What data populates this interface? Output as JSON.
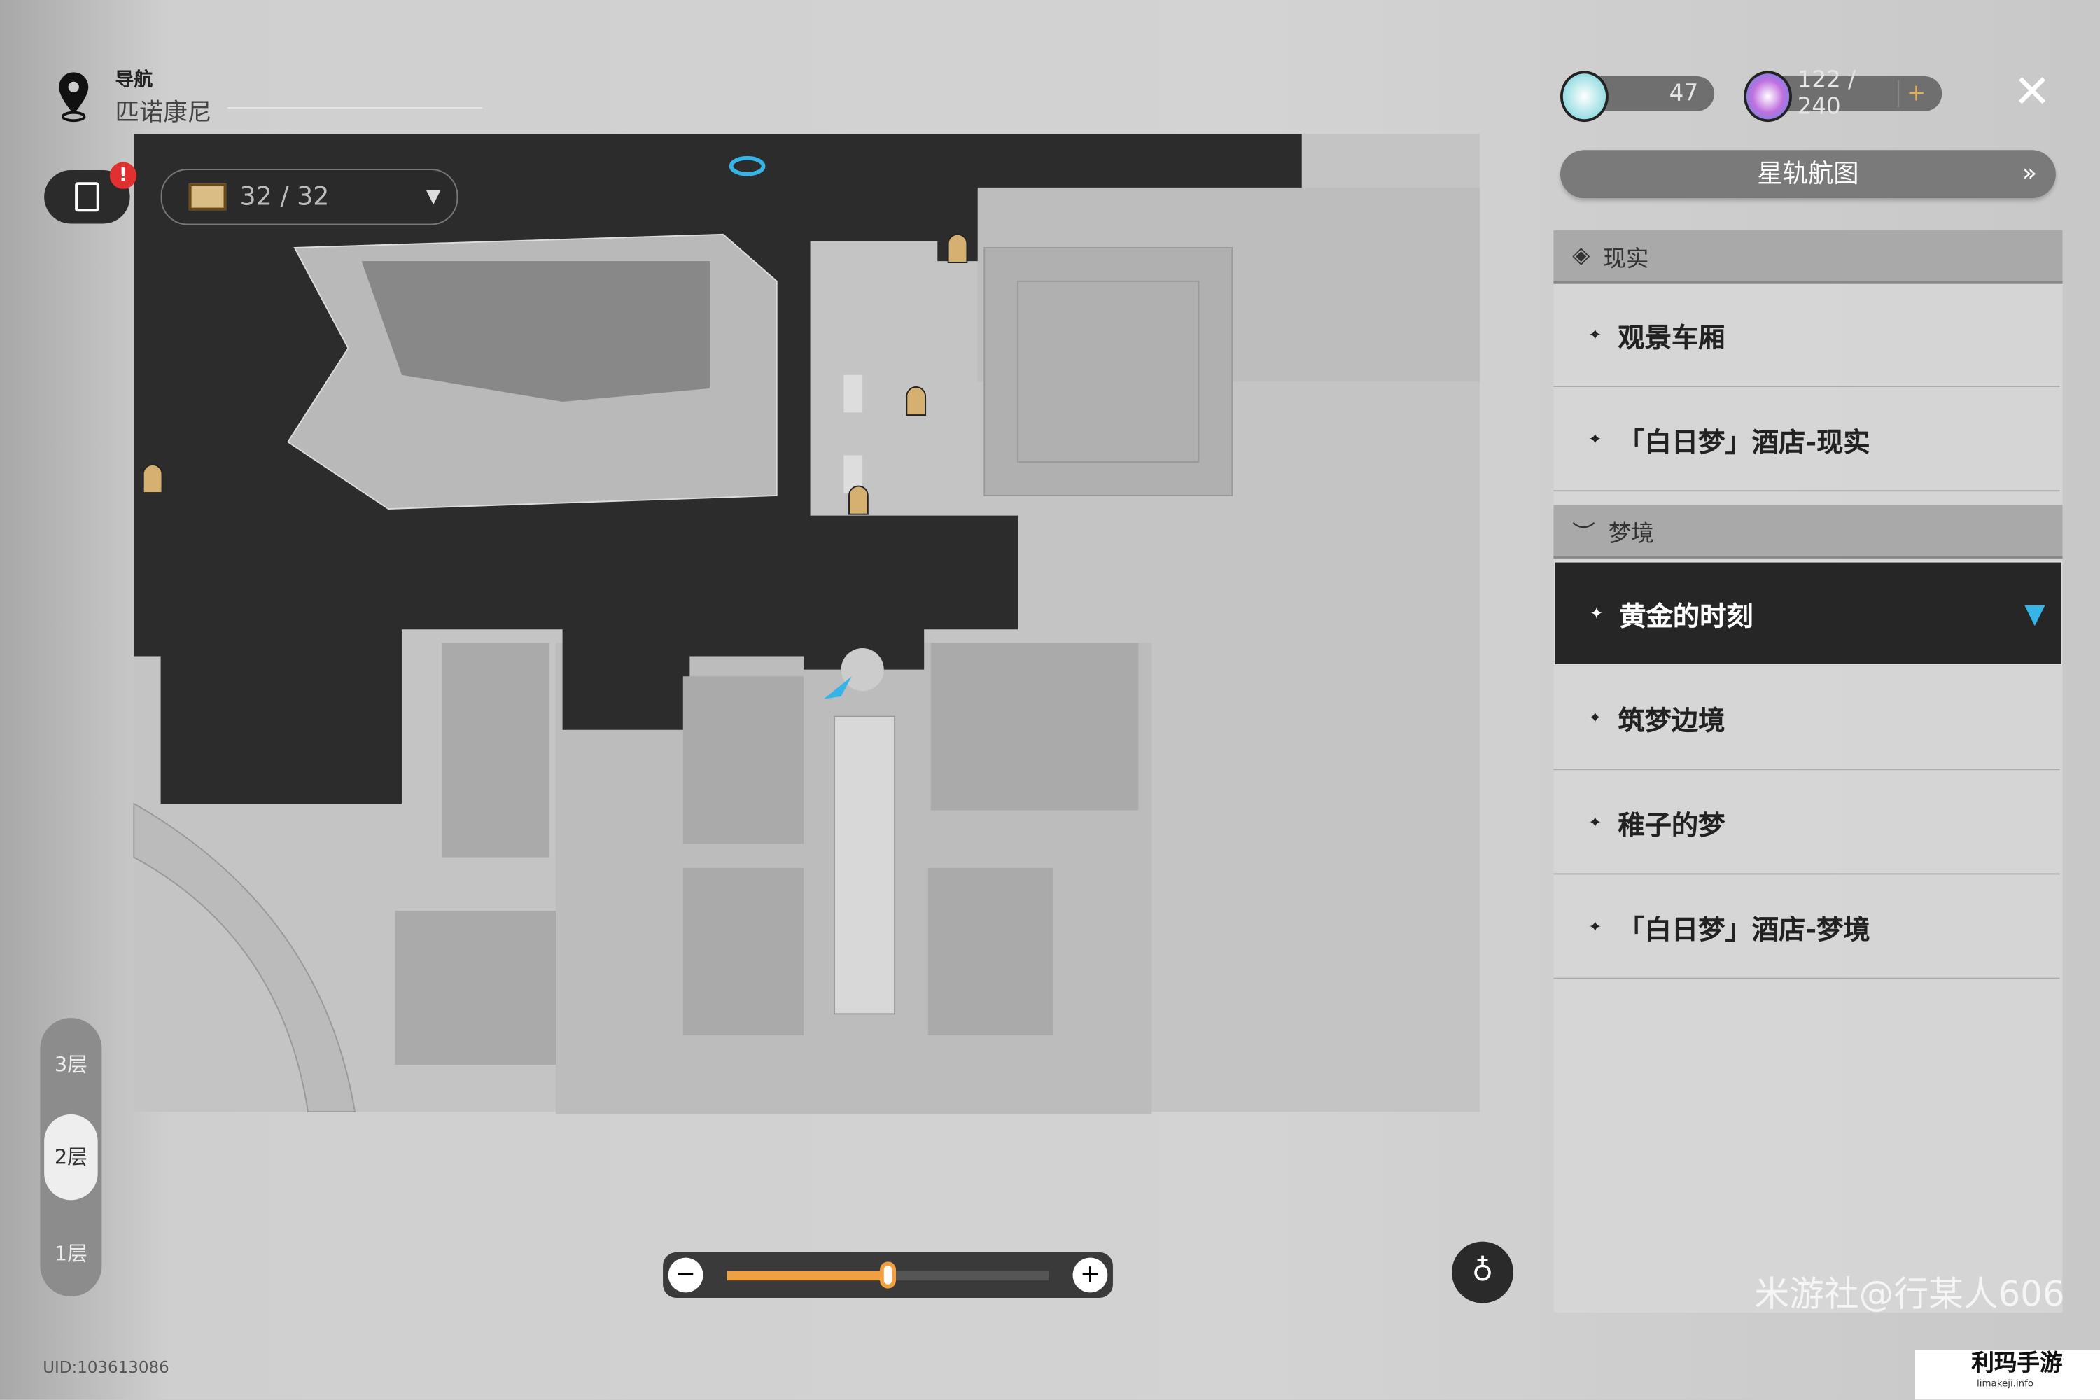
{
  "header": {
    "title": "导航",
    "location": "匹诺康尼"
  },
  "task_badge": "!",
  "chest": {
    "counter": "32 / 32"
  },
  "currency": {
    "fuel": "47",
    "trailblaze_power": "122 / 240",
    "add": "+"
  },
  "star_rail_map_button": "星轨航图",
  "panel": {
    "sections": [
      {
        "label": "现实",
        "items": [
          "观景车厢",
          "「白日梦」酒店-现实"
        ]
      },
      {
        "label": "梦境",
        "items": [
          "黄金的时刻",
          "筑梦边境",
          "稚子的梦",
          "「白日梦」酒店-梦境"
        ]
      }
    ],
    "selected": "黄金的时刻"
  },
  "floors": {
    "items": [
      "3层",
      "2层",
      "1层"
    ],
    "current": "2层"
  },
  "zoom_slider": {
    "value": 0.5,
    "minus": "−",
    "plus": "+"
  },
  "uid": "UID:103613086",
  "watermarks": {
    "text": "米游社@行某人606",
    "logo": "利玛手游",
    "logo_sub": "limakeji.info"
  },
  "colors": {
    "accent": "#f0a040",
    "selected_bg": "#262626",
    "player": "#36b4e8"
  }
}
